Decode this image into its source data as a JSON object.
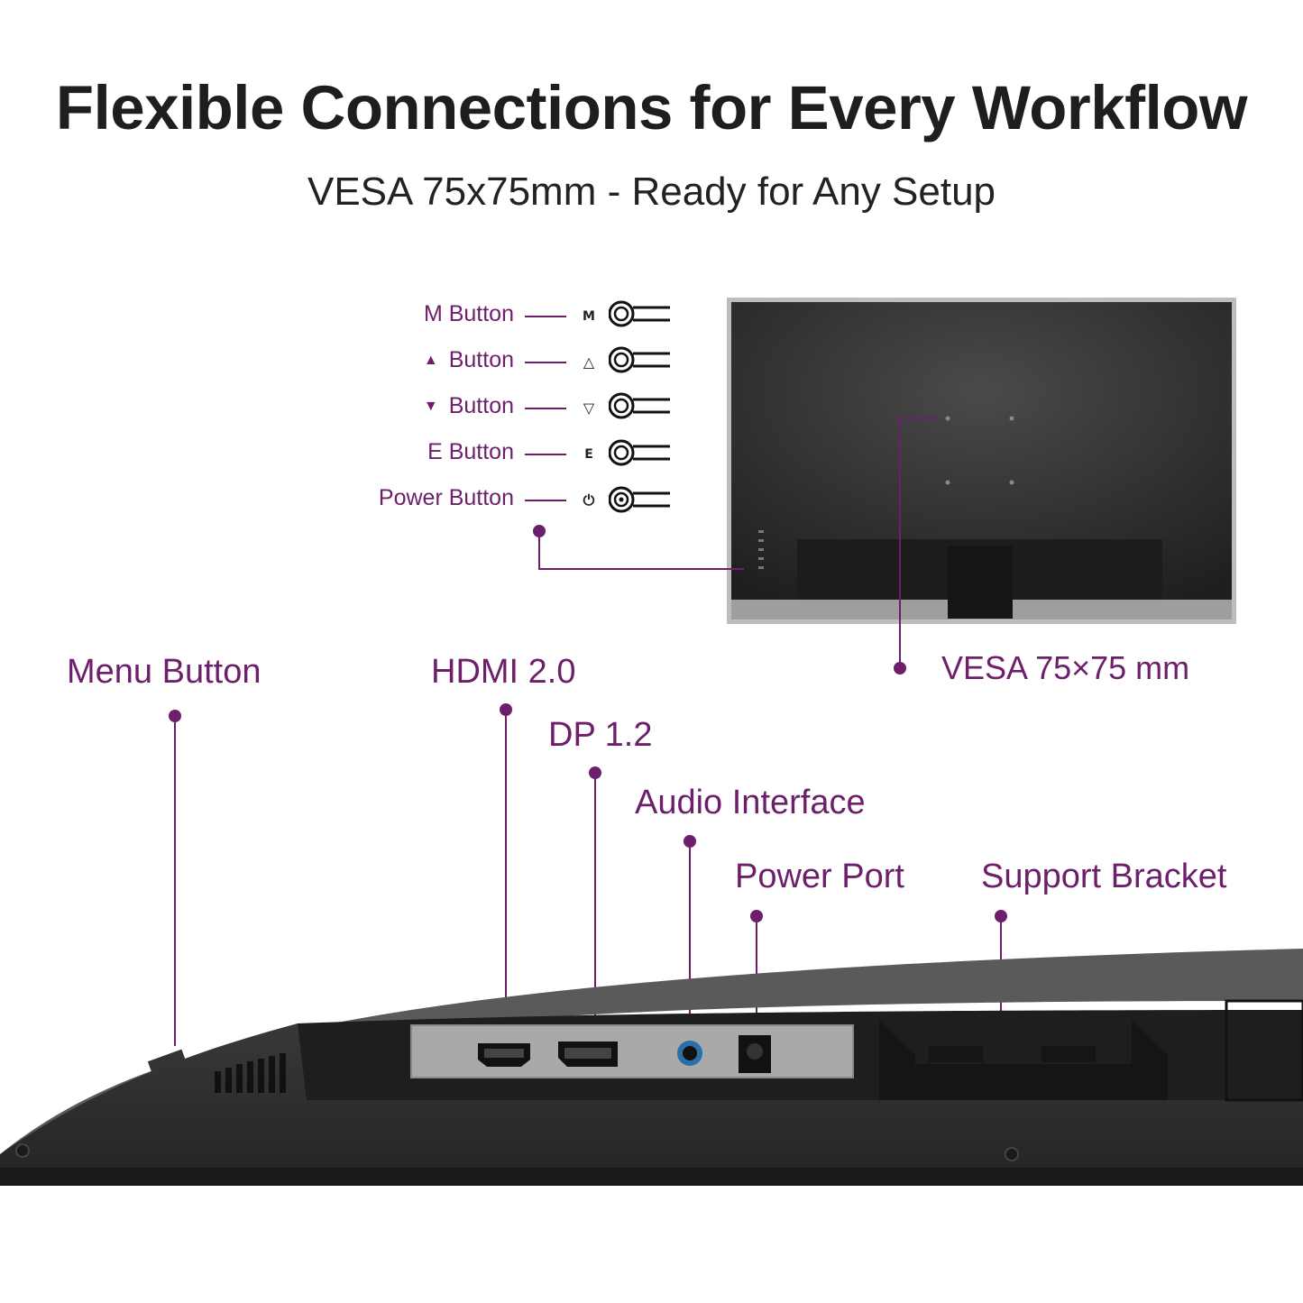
{
  "header": {
    "title": "Flexible Connections for Every Workflow",
    "subtitle": "VESA 75x75mm - Ready for Any Setup"
  },
  "control_buttons": [
    {
      "label": "M Button",
      "glyph": "M",
      "prefix": ""
    },
    {
      "label": "Button",
      "glyph": "△",
      "prefix": "▲"
    },
    {
      "label": "Button",
      "glyph": "▽",
      "prefix": "▼"
    },
    {
      "label": "E Button",
      "glyph": "E",
      "prefix": ""
    },
    {
      "label": "Power Button",
      "glyph": "⏻",
      "prefix": ""
    }
  ],
  "callouts": {
    "vesa": "VESA 75×75 mm",
    "menu_button": "Menu Button",
    "hdmi": "HDMI 2.0",
    "dp": "DP 1.2",
    "audio": "Audio Interface",
    "power_port": "Power Port",
    "support_bracket": "Support Bracket"
  },
  "colors": {
    "accent": "#6e1f6b",
    "title_text": "#1e1e1e",
    "monitor_body": "#2b2b2b",
    "port_panel": "#a9a9a9"
  }
}
